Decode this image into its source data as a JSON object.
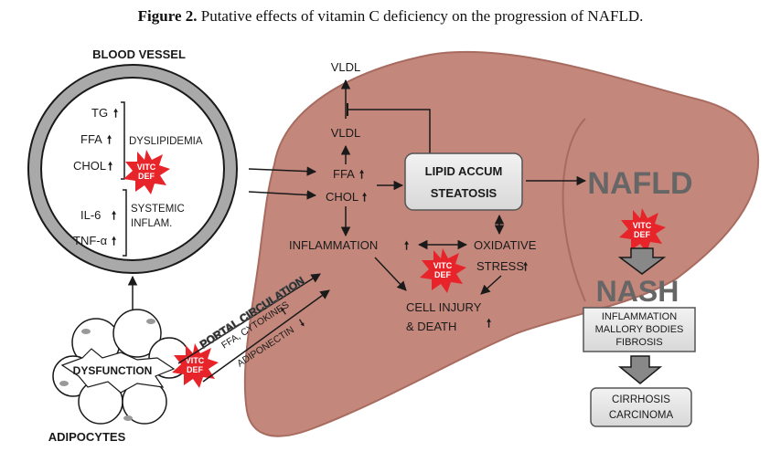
{
  "title": {
    "bold": "Figure 2.",
    "rest": "Putative effects of vitamin C deficiency on the progression of NAFLD."
  },
  "vessel": {
    "label": "BLOOD VESSEL",
    "tg": "TG",
    "ffa": "FFA",
    "chol": "CHOL",
    "dyslipidemia": "DYSLIPIDEMIA",
    "il6": "IL-6",
    "tnf": "TNF-α",
    "systemic": "SYSTEMIC",
    "inflam": "INFLAM."
  },
  "vitc": {
    "line1": "VITC",
    "line2": "DEF"
  },
  "adipocytes": {
    "label": "ADIPOCYTES",
    "dysfunction": "DYSFUNCTION"
  },
  "portal": {
    "circulation": "PORTAL CIRCULATION",
    "ffa_cytokines": "FFA, CYTOKINES",
    "adiponectin": "ADIPONECTIN"
  },
  "liver": {
    "vldl_top": "VLDL",
    "vldl": "VLDL",
    "ffa": "FFA",
    "chol": "CHOL",
    "lipid_accum": "LIPID ACCUM",
    "steatosis": "STEATOSIS",
    "inflammation": "INFLAMMATION",
    "oxidative": "OXIDATIVE",
    "stress": "STRESS",
    "cell_injury": "CELL INJURY",
    "death": "& DEATH"
  },
  "progression": {
    "nafld": "NAFLD",
    "nash": "NASH",
    "nash_box_1": "INFLAMMATION",
    "nash_box_2": "MALLORY BODIES",
    "nash_box_3": "FIBROSIS",
    "cirrhosis": "CIRRHOSIS",
    "carcinoma": "CARCINOMA"
  },
  "colors": {
    "liver": "#c4877b",
    "liver_edge": "#a86b60",
    "vitc_red": "#e8242b",
    "box_fill": "#e4e4e4",
    "vessel_ring": "#a9a9a9",
    "nafld_gray": "#666666"
  }
}
